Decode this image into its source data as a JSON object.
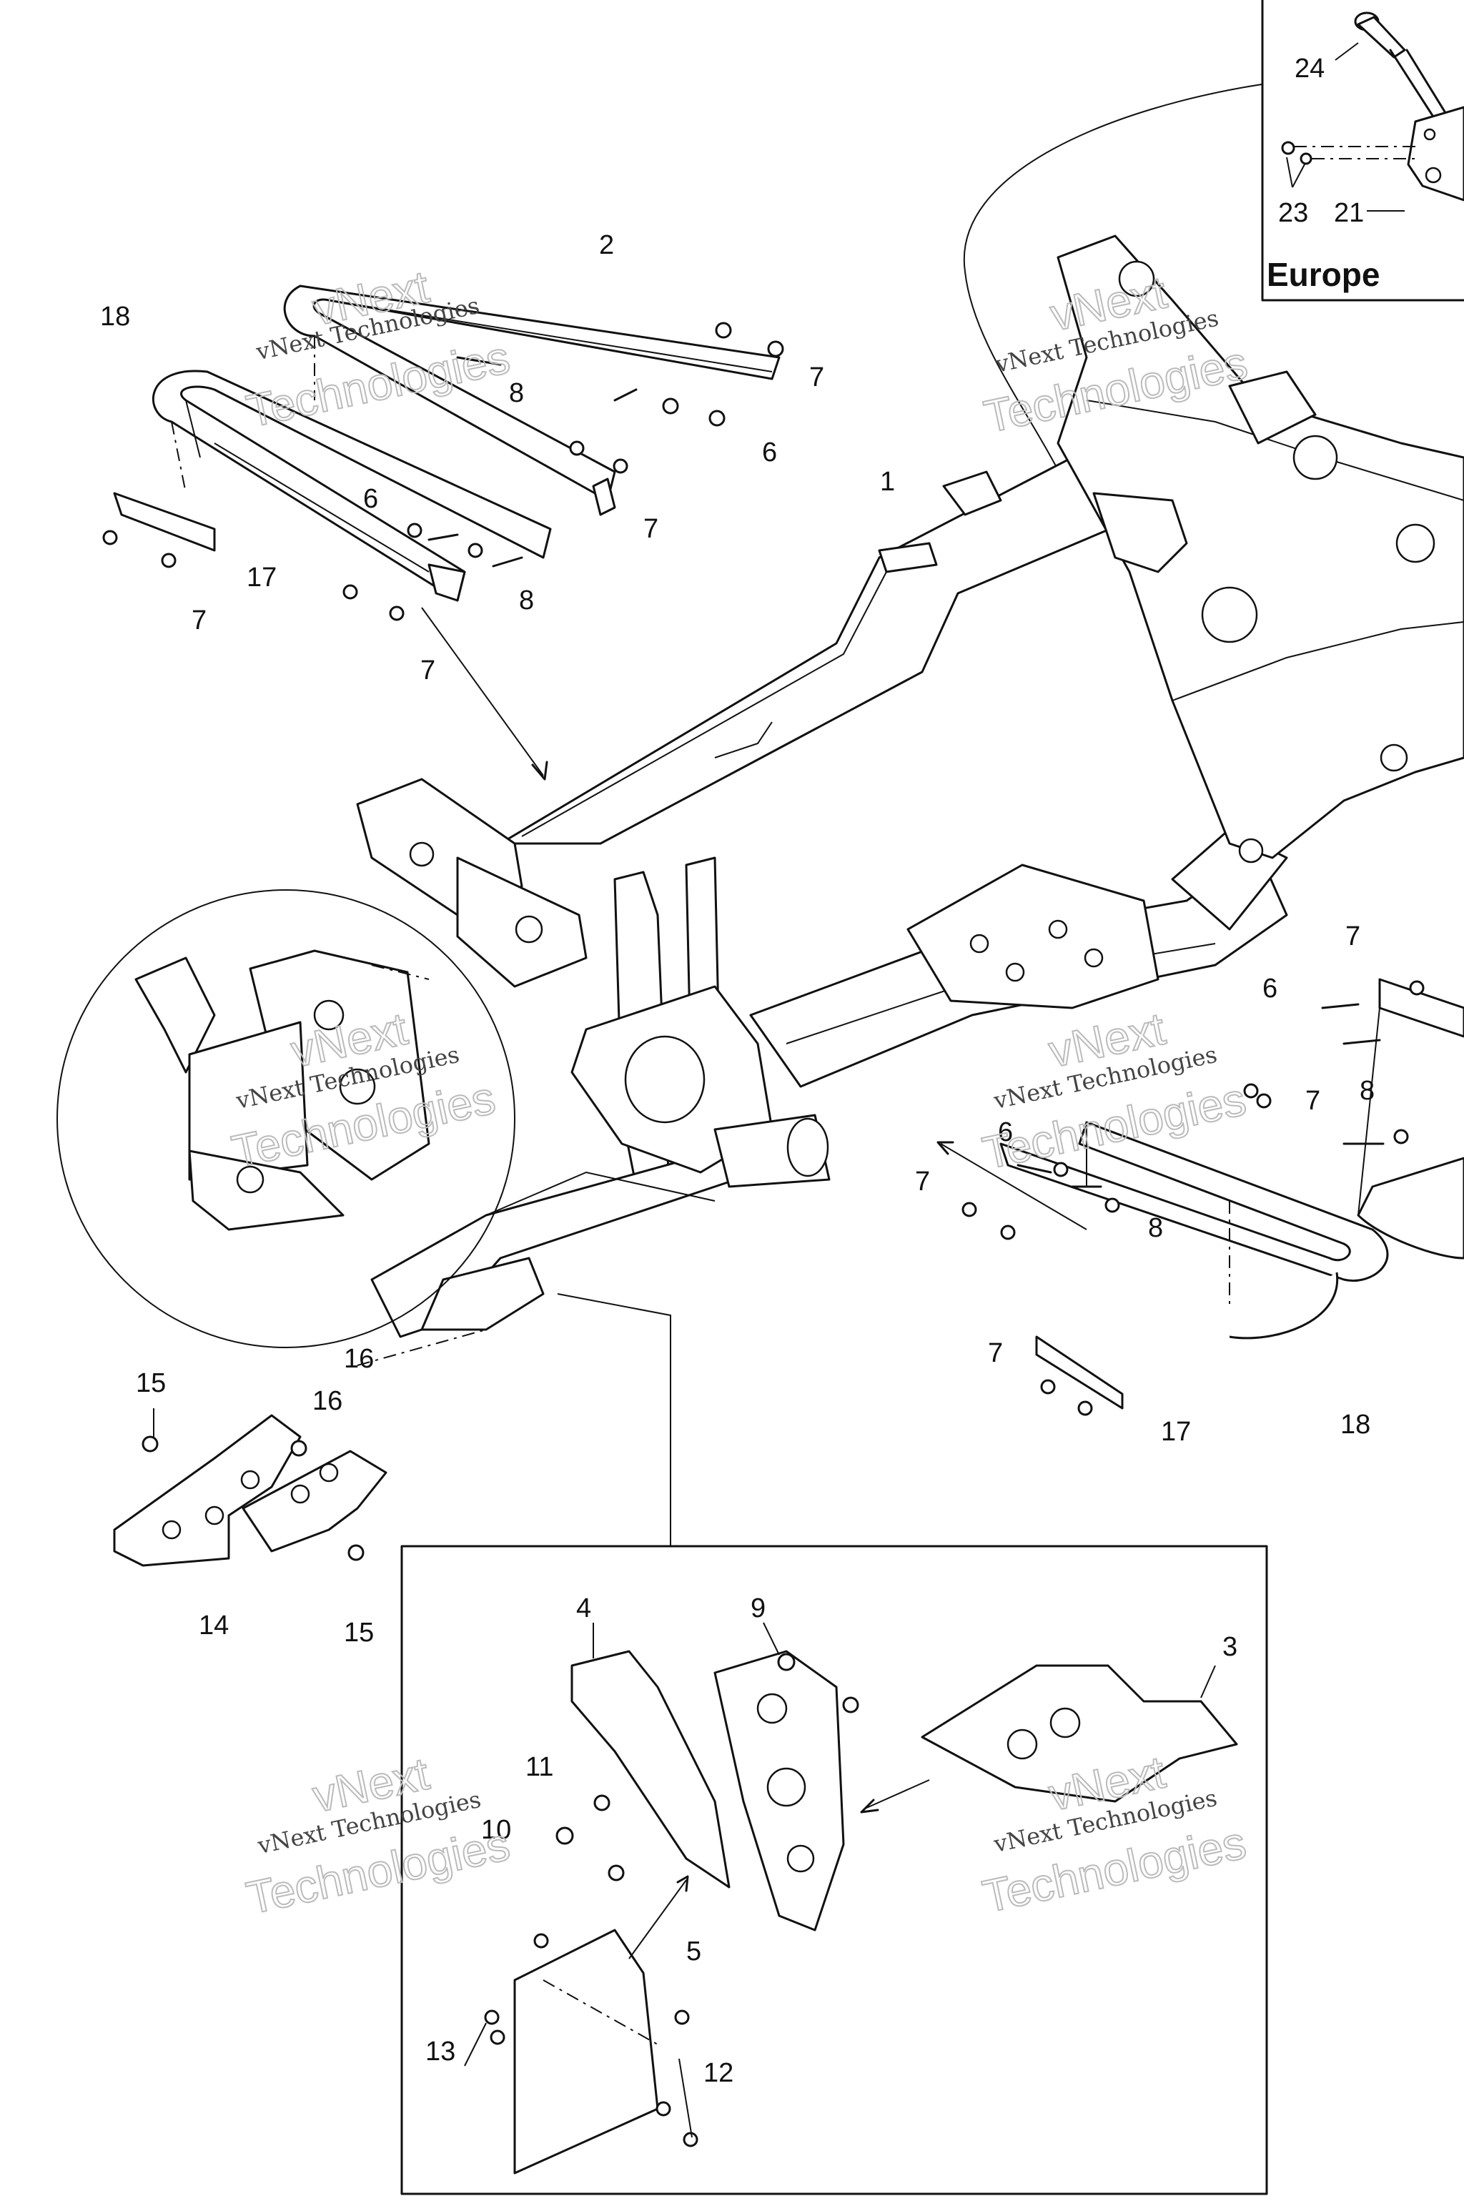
{
  "inset_title": "Europe",
  "watermark": {
    "line1": "vNext Technologies",
    "line2": "Technologies",
    "line3": "vNext"
  },
  "callouts": {
    "c1": "1",
    "c2": "2",
    "c3": "3",
    "c4": "4",
    "c5": "5",
    "c6": "6",
    "c7": "7",
    "c8": "8",
    "c9": "9",
    "c10": "10",
    "c11": "11",
    "c12": "12",
    "c13": "13",
    "c14": "14",
    "c15": "15",
    "c16": "16",
    "c17": "17",
    "c18": "18",
    "c21": "21",
    "c23": "23",
    "c24": "24"
  }
}
